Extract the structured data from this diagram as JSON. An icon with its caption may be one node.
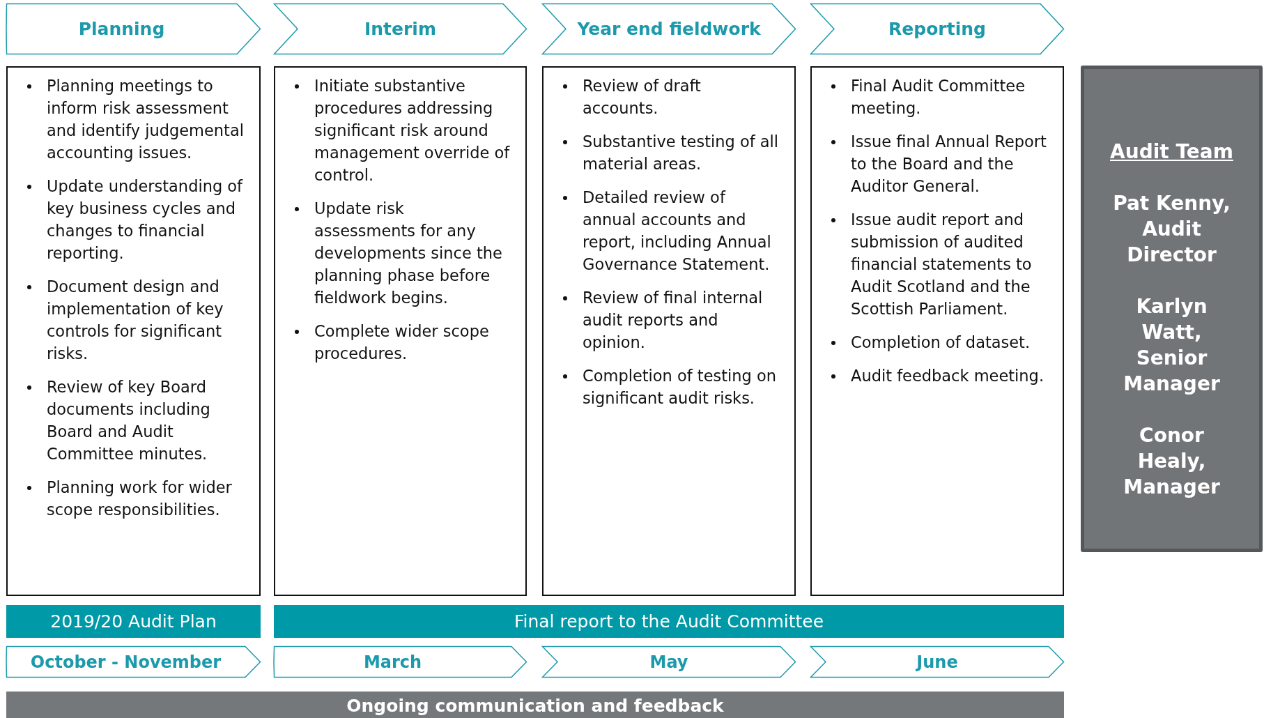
{
  "diagram": {
    "nodes": [
      {
        "text": [
          "Planning"
        ]
      },
      {
        "text": [
          "Interim"
        ]
      },
      {
        "text": [
          "Year end fieldwork"
        ]
      },
      {
        "text": [
          "Reporting"
        ]
      },
      {
        "text": [
          "Planning meetings to inform risk assessment and identify judgemental accounting issues.",
          "Update understanding of key business cycles and changes to financial reporting.",
          "Document design and implementation of key controls for significant risks.",
          "Review of key Board documents including Board and Audit Committee minutes.",
          "Planning work for wider scope responsibilities."
        ]
      },
      {
        "text": [
          "Initiate substantive procedures addressing significant risk around management override of control.",
          "Update risk assessments for any developments since the planning phase before fieldwork begins.",
          "Complete wider scope procedures."
        ]
      },
      {
        "text": [
          "Review of draft accounts.",
          "Substantive testing of all material areas.",
          "Detailed review of annual accounts and report, including Annual Governance Statement.",
          "Review of final internal audit reports and opinion.",
          "Completion of testing on significant audit risks."
        ]
      },
      {
        "text": [
          "Final Audit Committee meeting.",
          "Issue final Annual Report to the Board and the Auditor General.",
          "Issue audit report and submission of audited financial statements to Audit Scotland and the Scottish Parliament.",
          "Completion of dataset.",
          "Audit feedback meeting."
        ]
      },
      {
        "text": [
          "Audit Team",
          "Pat Kenny, Audit Director",
          "Karlyn Watt, Senior Manager",
          "Conor Healy, Manager"
        ]
      },
      {
        "text": [
          "2019/20 Audit Plan"
        ]
      },
      {
        "text": [
          "Final report to the Audit Committee"
        ]
      },
      {
        "text": [
          "October - November"
        ]
      },
      {
        "text": [
          "March"
        ]
      },
      {
        "text": [
          "May"
        ]
      },
      {
        "text": [
          "June"
        ]
      },
      {
        "text": [
          "Ongoing communication and feedback"
        ]
      }
    ]
  }
}
